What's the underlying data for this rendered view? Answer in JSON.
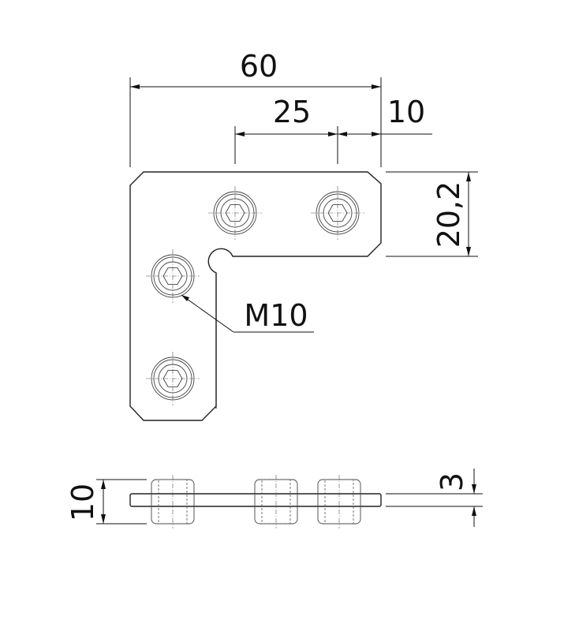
{
  "dimensions": {
    "overall_width": "60",
    "hole_spacing": "25",
    "edge_offset": "10",
    "arm_width": "20,2",
    "thread": "M10",
    "side_height": "10",
    "plate_thickness": "3"
  },
  "colors": {
    "line": "#222222",
    "background": "#ffffff"
  }
}
